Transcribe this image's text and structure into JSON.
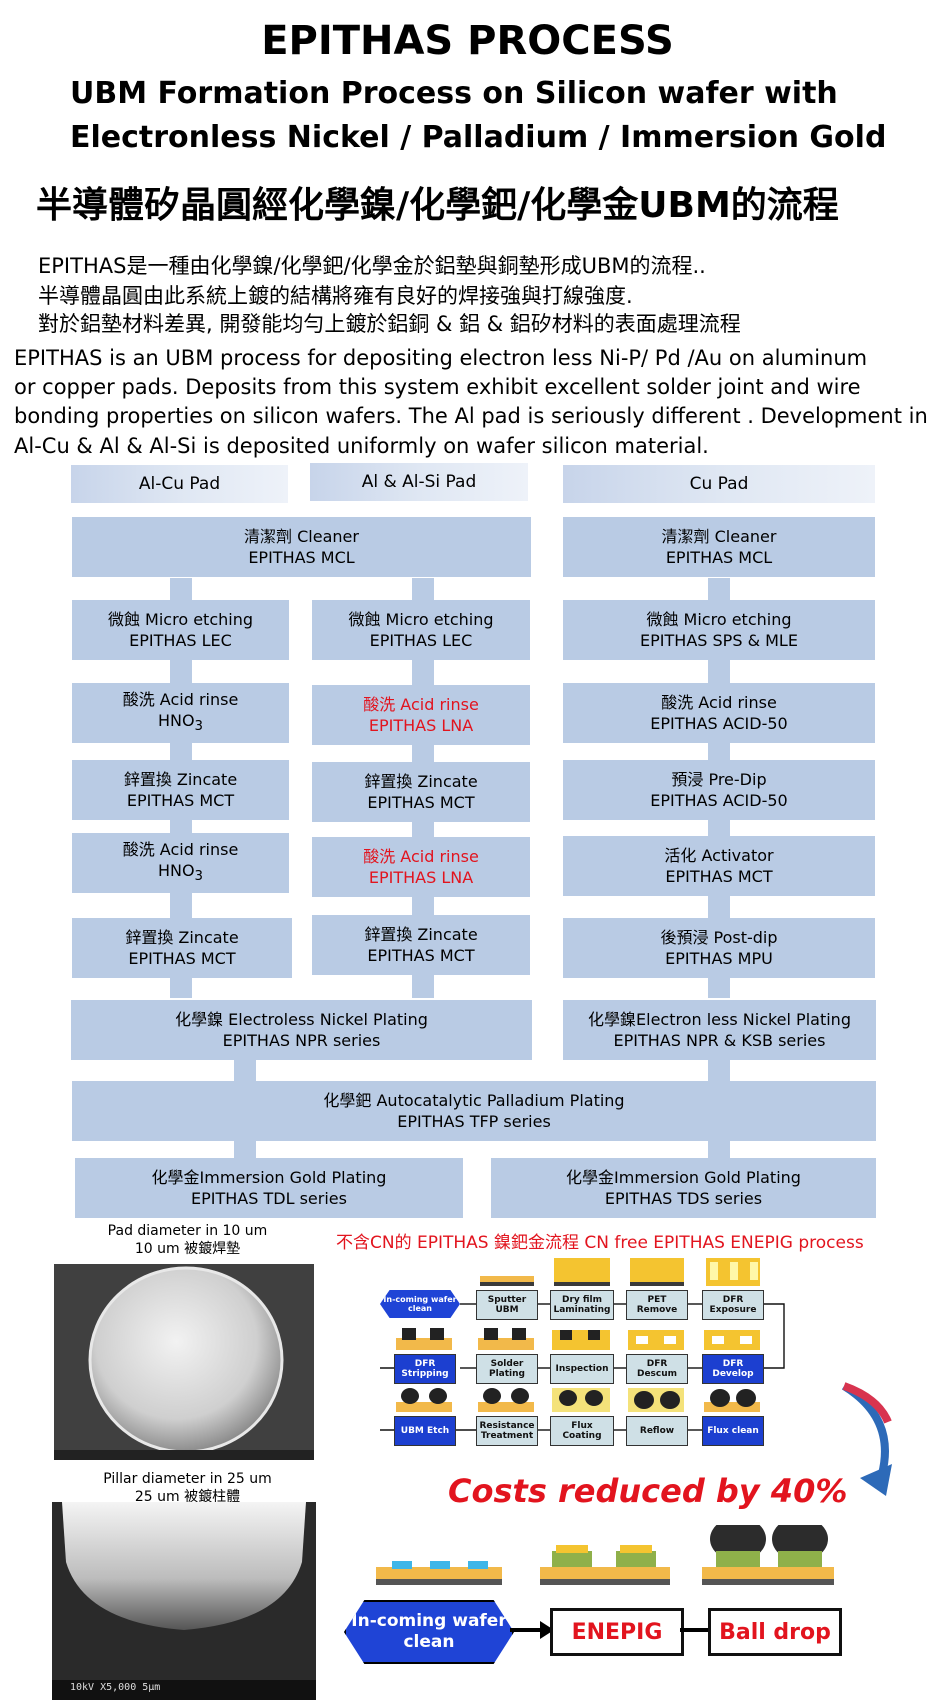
{
  "header": {
    "title": "EPITHAS PROCESS",
    "subtitle_line1": "UBM  Formation  Process on  Silicon wafer with",
    "subtitle_line2": "Electronless Nickel / Palladium / Immersion Gold",
    "title_cn": "半導體矽晶圓經化學鎳/化學鈀/化學金UBM的流程"
  },
  "description": {
    "cn_line1": "EPITHAS是一種由化學鎳/化學鈀/化學金於鋁墊與銅墊形成UBM的流程..",
    "cn_line2": "半導體晶圓由此系統上鍍的結構將雍有良好的焊接強與打線強度.",
    "cn_line3": "對於鋁墊材料差異, 開發能均勻上鍍於鋁銅 & 鋁 & 鋁矽材料的表面處理流程",
    "en_line1": "EPITHAS is an UBM process for depositing electron less  Ni-P/ Pd /Au on aluminum",
    "en_line2": "or copper pads. Deposits  from this system exhibit excellent solder joint and wire",
    "en_line3": "bonding properties on silicon wafers. The Al pad is seriously different . Development in",
    "en_line4": "Al-Cu & Al & Al-Si is deposited uniformly on wafer silicon material."
  },
  "columns": {
    "alcu": "Al-Cu Pad",
    "alsi": "Al & Al-Si Pad",
    "cu": "Cu Pad"
  },
  "flow": {
    "cleaner_a": {
      "l1": "清潔劑 Cleaner",
      "l2": "EPITHAS MCL"
    },
    "cleaner_c": {
      "l1": "清潔劑 Cleaner",
      "l2": "EPITHAS MCL"
    },
    "etch_a": {
      "l1": "微蝕 Micro etching",
      "l2": "EPITHAS LEC"
    },
    "etch_b": {
      "l1": "微蝕 Micro etching",
      "l2": "EPITHAS LEC"
    },
    "etch_c": {
      "l1": "微蝕 Micro etching",
      "l2": "EPITHAS SPS & MLE"
    },
    "acid1_a": {
      "l1": "酸洗 Acid rinse",
      "l2": "HNO",
      "sub": "3"
    },
    "acid1_b": {
      "l1": "酸洗 Acid rinse",
      "l2": "EPITHAS LNA"
    },
    "acid1_c": {
      "l1": "酸洗 Acid rinse",
      "l2": "EPITHAS ACID-50"
    },
    "zinc1_a": {
      "l1": "鋅置換 Zincate",
      "l2": "EPITHAS MCT"
    },
    "zinc1_b": {
      "l1": "鋅置換 Zincate",
      "l2": "EPITHAS MCT"
    },
    "predip_c": {
      "l1": "預浸 Pre-Dip",
      "l2": "EPITHAS ACID-50"
    },
    "acid2_a": {
      "l1": "酸洗 Acid rinse",
      "l2": "HNO",
      "sub": "3"
    },
    "acid2_b": {
      "l1": "酸洗 Acid rinse",
      "l2": "EPITHAS LNA"
    },
    "activ_c": {
      "l1": "活化 Activator",
      "l2": "EPITHAS MCT"
    },
    "zinc2_a": {
      "l1": "鋅置換 Zincate",
      "l2": "EPITHAS MCT"
    },
    "zinc2_b": {
      "l1": "鋅置換 Zincate",
      "l2": "EPITHAS MCT"
    },
    "postdip_c": {
      "l1": "後預浸 Post-dip",
      "l2": "EPITHAS MPU"
    },
    "ni_ab": {
      "l1": "化學鎳 Electroless Nickel Plating",
      "l2": "EPITHAS NPR series"
    },
    "ni_c": {
      "l1": "化學鎳Electron less Nickel Plating",
      "l2": "EPITHAS NPR & KSB series"
    },
    "pd": {
      "l1": "化學鈀 Autocatalytic Palladium Plating",
      "l2": "EPITHAS TFP series"
    },
    "au_ab": {
      "l1": "化學金Immersion Gold Plating",
      "l2": "EPITHAS TDL series"
    },
    "au_c": {
      "l1": "化學金Immersion Gold Plating",
      "l2": "EPITHAS TDS series"
    }
  },
  "photos": {
    "pad_cap1": "Pad diameter in 10 um",
    "pad_cap2": "10 um 被鍍焊墊",
    "pillar_cap1": "Pillar diameter  in 25  um",
    "pillar_cap2": "25 um 被鍍柱體",
    "sem_footer": "10kV    X5,000    5μm"
  },
  "process": {
    "heading": "不含CN的 EPITHAS 鎳鈀金流程 CN free EPITHAS ENEPIG process",
    "row1": [
      "In-coming wafer clean",
      "Sputter UBM",
      "Dry film Laminating",
      "PET Remove",
      "DFR Exposure"
    ],
    "row2": [
      "DFR Stripping",
      "Solder Plating",
      "Inspection",
      "DFR Descum",
      "DFR Develop"
    ],
    "row3": [
      "UBM Etch",
      "Resistance Treatment",
      "Flux Coating",
      "Reflow",
      "Flux clean"
    ]
  },
  "costs": "Costs reduced by 40%",
  "simple": {
    "incoming": "In-coming wafer clean",
    "enepig": "ENEPIG",
    "ball": "Ball drop"
  },
  "colors": {
    "box": "#b9cbe4",
    "accent_red": "#e2141e",
    "flow_blue": "#1c3fd0"
  }
}
